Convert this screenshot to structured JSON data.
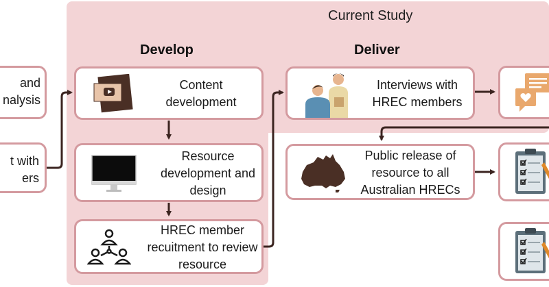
{
  "header": {
    "study_title": "Current Study"
  },
  "columns": {
    "develop": "Develop",
    "deliver": "Deliver"
  },
  "left_boxes": [
    {
      "text": "and\nnalysis"
    },
    {
      "text": "t with\ners"
    }
  ],
  "develop_boxes": [
    {
      "text": "Content\ndevelopment",
      "icon": "video-icon"
    },
    {
      "text": "Resource\ndevelopment and\ndesign",
      "icon": "monitor-icon"
    },
    {
      "text": "HREC member\nrecuitment to review\nresource",
      "icon": "people-network-icon"
    }
  ],
  "deliver_boxes": [
    {
      "text": "Interviews with\nHREC members",
      "icon": "interview-people-icon"
    },
    {
      "text": "Public release of\nresource to all\nAustralian HRECs",
      "icon": "australia-map-icon"
    }
  ],
  "right_boxes": [
    {
      "icon": "chat-heart-icon"
    },
    {
      "icon": "checklist-icon"
    },
    {
      "icon": "checklist-icon"
    }
  ],
  "colors": {
    "region": "#f3d4d6",
    "box_border": "#d49a9f",
    "arrow": "#3b2420",
    "icon_brown": "#4a2f25"
  }
}
